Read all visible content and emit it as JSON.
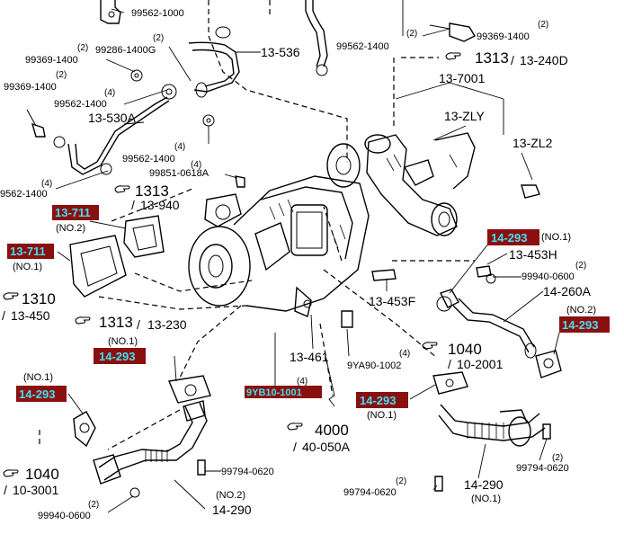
{
  "labels": {
    "l_99562_1000_top": "99562-1000",
    "l_99286_1400g": "99286-1400G",
    "l_99286_qty": "(2)",
    "l_13_536": "13-536",
    "l_99562_1400_tr": "99562-1400",
    "l_99562_1400_tr_qty": "(2)",
    "l_99369_1400_tr": "99369-1400",
    "l_99369_1400_tr_qty": "(2)",
    "l_13_240d": "13-240D",
    "l_1313_tr": "1313",
    "l_13_7001": "13-7001",
    "l_13_zly": "13-ZLY",
    "l_13_zl2": "13-ZL2",
    "l_99369_1400_l1": "99369-1400",
    "l_99369_1400_l1_qty": "(2)",
    "l_99369_1400_l2": "99369-1400",
    "l_99369_1400_l2_qty": "(2)",
    "l_99562_1400_l": "99562-1400",
    "l_99562_1400_l_qty": "(4)",
    "l_13_530a": "13-530A",
    "l_99562_1400_mid": "99562-1400",
    "l_99562_1400_mid_qty": "(4)",
    "l_99851_0618a": "99851-0618A",
    "l_99851_qty": "(4)",
    "l_9562_1400": "9562-1400",
    "l_9562_1400_qty": "(4)",
    "l_1313_mid": "1313",
    "l_13_940": "13-940",
    "l_no2_711": "(NO.2)",
    "l_no1_711": "(NO.1)",
    "l_1310": "1310",
    "l_13_450": "13-450",
    "l_1313_low": "1313",
    "l_13_230": "13-230",
    "l_13_453h": "13-453H",
    "l_99940_0600_r": "99940-0600",
    "l_99940_0600_r_qty": "(2)",
    "l_14_260a": "14-260A",
    "l_no2_293r": "(NO.2)",
    "l_no1_293r": "(NO.1)",
    "l_13_453f": "13-453F",
    "l_13_461": "13-461",
    "l_9ya90_1002": "9YA90-1002",
    "l_9ya90_qty": "(4)",
    "l_1040_r": "1040",
    "l_10_2001": "10-2001",
    "l_no1_293l": "(NO.1)",
    "l_9yb10_qty": "(4)",
    "l_no1_293bl": "(NO.1)",
    "l_no1_293c": "(NO.1)",
    "l_4000": "4000",
    "l_40_050a": "40-050A",
    "l_1040_l": "1040",
    "l_10_3001": "10-3001",
    "l_99794_0620_c": "99794-0620",
    "l_99794_0620_r": "99794-0620",
    "l_99794_0620_r_qty": "(2)",
    "l_no2_290": "(NO.2)",
    "l_14_290_l": "14-290",
    "l_14_290_r": "14-290",
    "l_no1_290": "(NO.1)",
    "l_99940_0600_bl": "99940-0600",
    "l_99940_0600_bl_qty": "(2)",
    "l_99794_0620_b": "99794-0620",
    "l_99794_0620_b_qty": "(2)"
  },
  "highlighted_tags": {
    "t_13_711_no2": "13-711",
    "t_13_711_no1": "13-711",
    "t_14_293_r1": "14-293",
    "t_14_293_r2": "14-293",
    "t_14_293_l": "14-293",
    "t_9yb10_1001": "9YB10-1001",
    "t_14_293_c": "14-293",
    "t_14_293_bl": "14-293"
  },
  "colors": {
    "tag_fill": "#8a0f0f",
    "tag_text": "#3fe3f5",
    "line": "#000000",
    "background": "#ffffff"
  },
  "icons": {
    "reference": "pointing-hand-icon"
  }
}
